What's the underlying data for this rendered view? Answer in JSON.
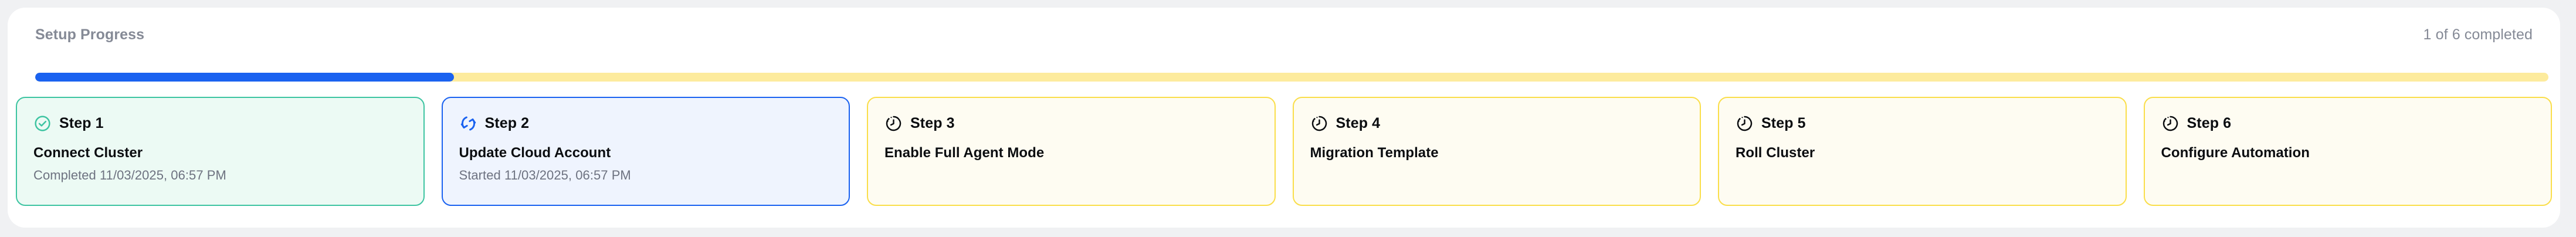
{
  "colors": {
    "page_background": "#f0f1f3",
    "panel_background": "#ffffff",
    "progress_fill": "#1a62f0",
    "progress_track": "#fdeb9d",
    "done_border": "#3dc4a1",
    "done_background": "#ecfaf4",
    "active_border": "#1a62f0",
    "active_background": "#eff4fe",
    "pending_border": "#fade4a",
    "pending_background": "#fefcf2",
    "muted_text": "#858a96",
    "body_text": "#0b0d10"
  },
  "header": {
    "title": "Setup Progress",
    "completion_summary": "1 of 6 completed"
  },
  "progress": {
    "completed": 1,
    "total": 6,
    "percent": 16.67
  },
  "steps": [
    {
      "label": "Step 1",
      "name": "Connect Cluster",
      "meta": "Completed 11/03/2025, 06:57 PM",
      "state": "completed",
      "icon": "check-circle-icon"
    },
    {
      "label": "Step 2",
      "name": "Update Cloud Account",
      "meta": "Started 11/03/2025, 06:57 PM",
      "state": "in-progress",
      "icon": "sync-arrows-icon"
    },
    {
      "label": "Step 3",
      "name": "Enable Full Agent Mode",
      "meta": "",
      "state": "pending",
      "icon": "clock-pending-icon"
    },
    {
      "label": "Step 4",
      "name": "Migration Template",
      "meta": "",
      "state": "pending",
      "icon": "clock-pending-icon"
    },
    {
      "label": "Step 5",
      "name": "Roll Cluster",
      "meta": "",
      "state": "pending",
      "icon": "clock-pending-icon"
    },
    {
      "label": "Step 6",
      "name": "Configure Automation",
      "meta": "",
      "state": "pending",
      "icon": "clock-pending-icon"
    }
  ]
}
